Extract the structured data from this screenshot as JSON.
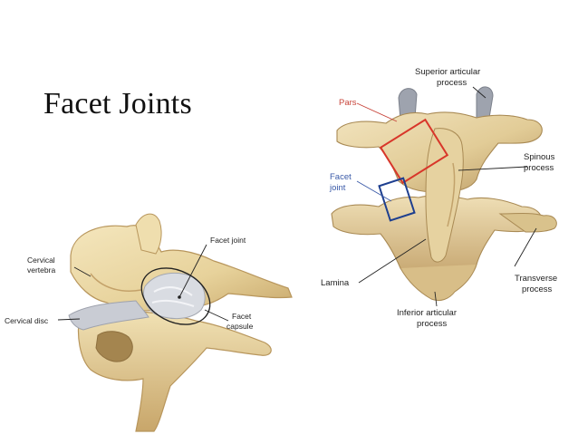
{
  "slide": {
    "title": "Facet Joints"
  },
  "cervical_figure": {
    "labels": {
      "facet_joint": "Facet joint",
      "cervical_vertebra_line1": "Cervical",
      "cervical_vertebra_line2": "vertebra",
      "cervical_disc": "Cervical disc",
      "facet_capsule_line1": "Facet",
      "facet_capsule_line2": "capsule"
    }
  },
  "lumbar_figure": {
    "labels": {
      "superior_articular_line1": "Superior articular",
      "superior_articular_line2": "process",
      "pars": "Pars",
      "spinous_line1": "Spinous",
      "spinous_line2": "process",
      "facet_joint_line1": "Facet",
      "facet_joint_line2": "joint",
      "lamina": "Lamina",
      "transverse_line1": "Transverse",
      "transverse_line2": "process",
      "inferior_articular_line1": "Inferior articular",
      "inferior_articular_line2": "process"
    },
    "colors": {
      "pars_box": "#d8362a",
      "pars_label": "#c8443a",
      "facet_box": "#1e3f8f",
      "facet_label": "#3a5aa8"
    }
  },
  "colors": {
    "bone": "#ecd9a6",
    "bone_shade": "#cdb078",
    "bone_dark": "#a88a55",
    "disc": "#c9ccd4",
    "label_text": "#222222"
  }
}
